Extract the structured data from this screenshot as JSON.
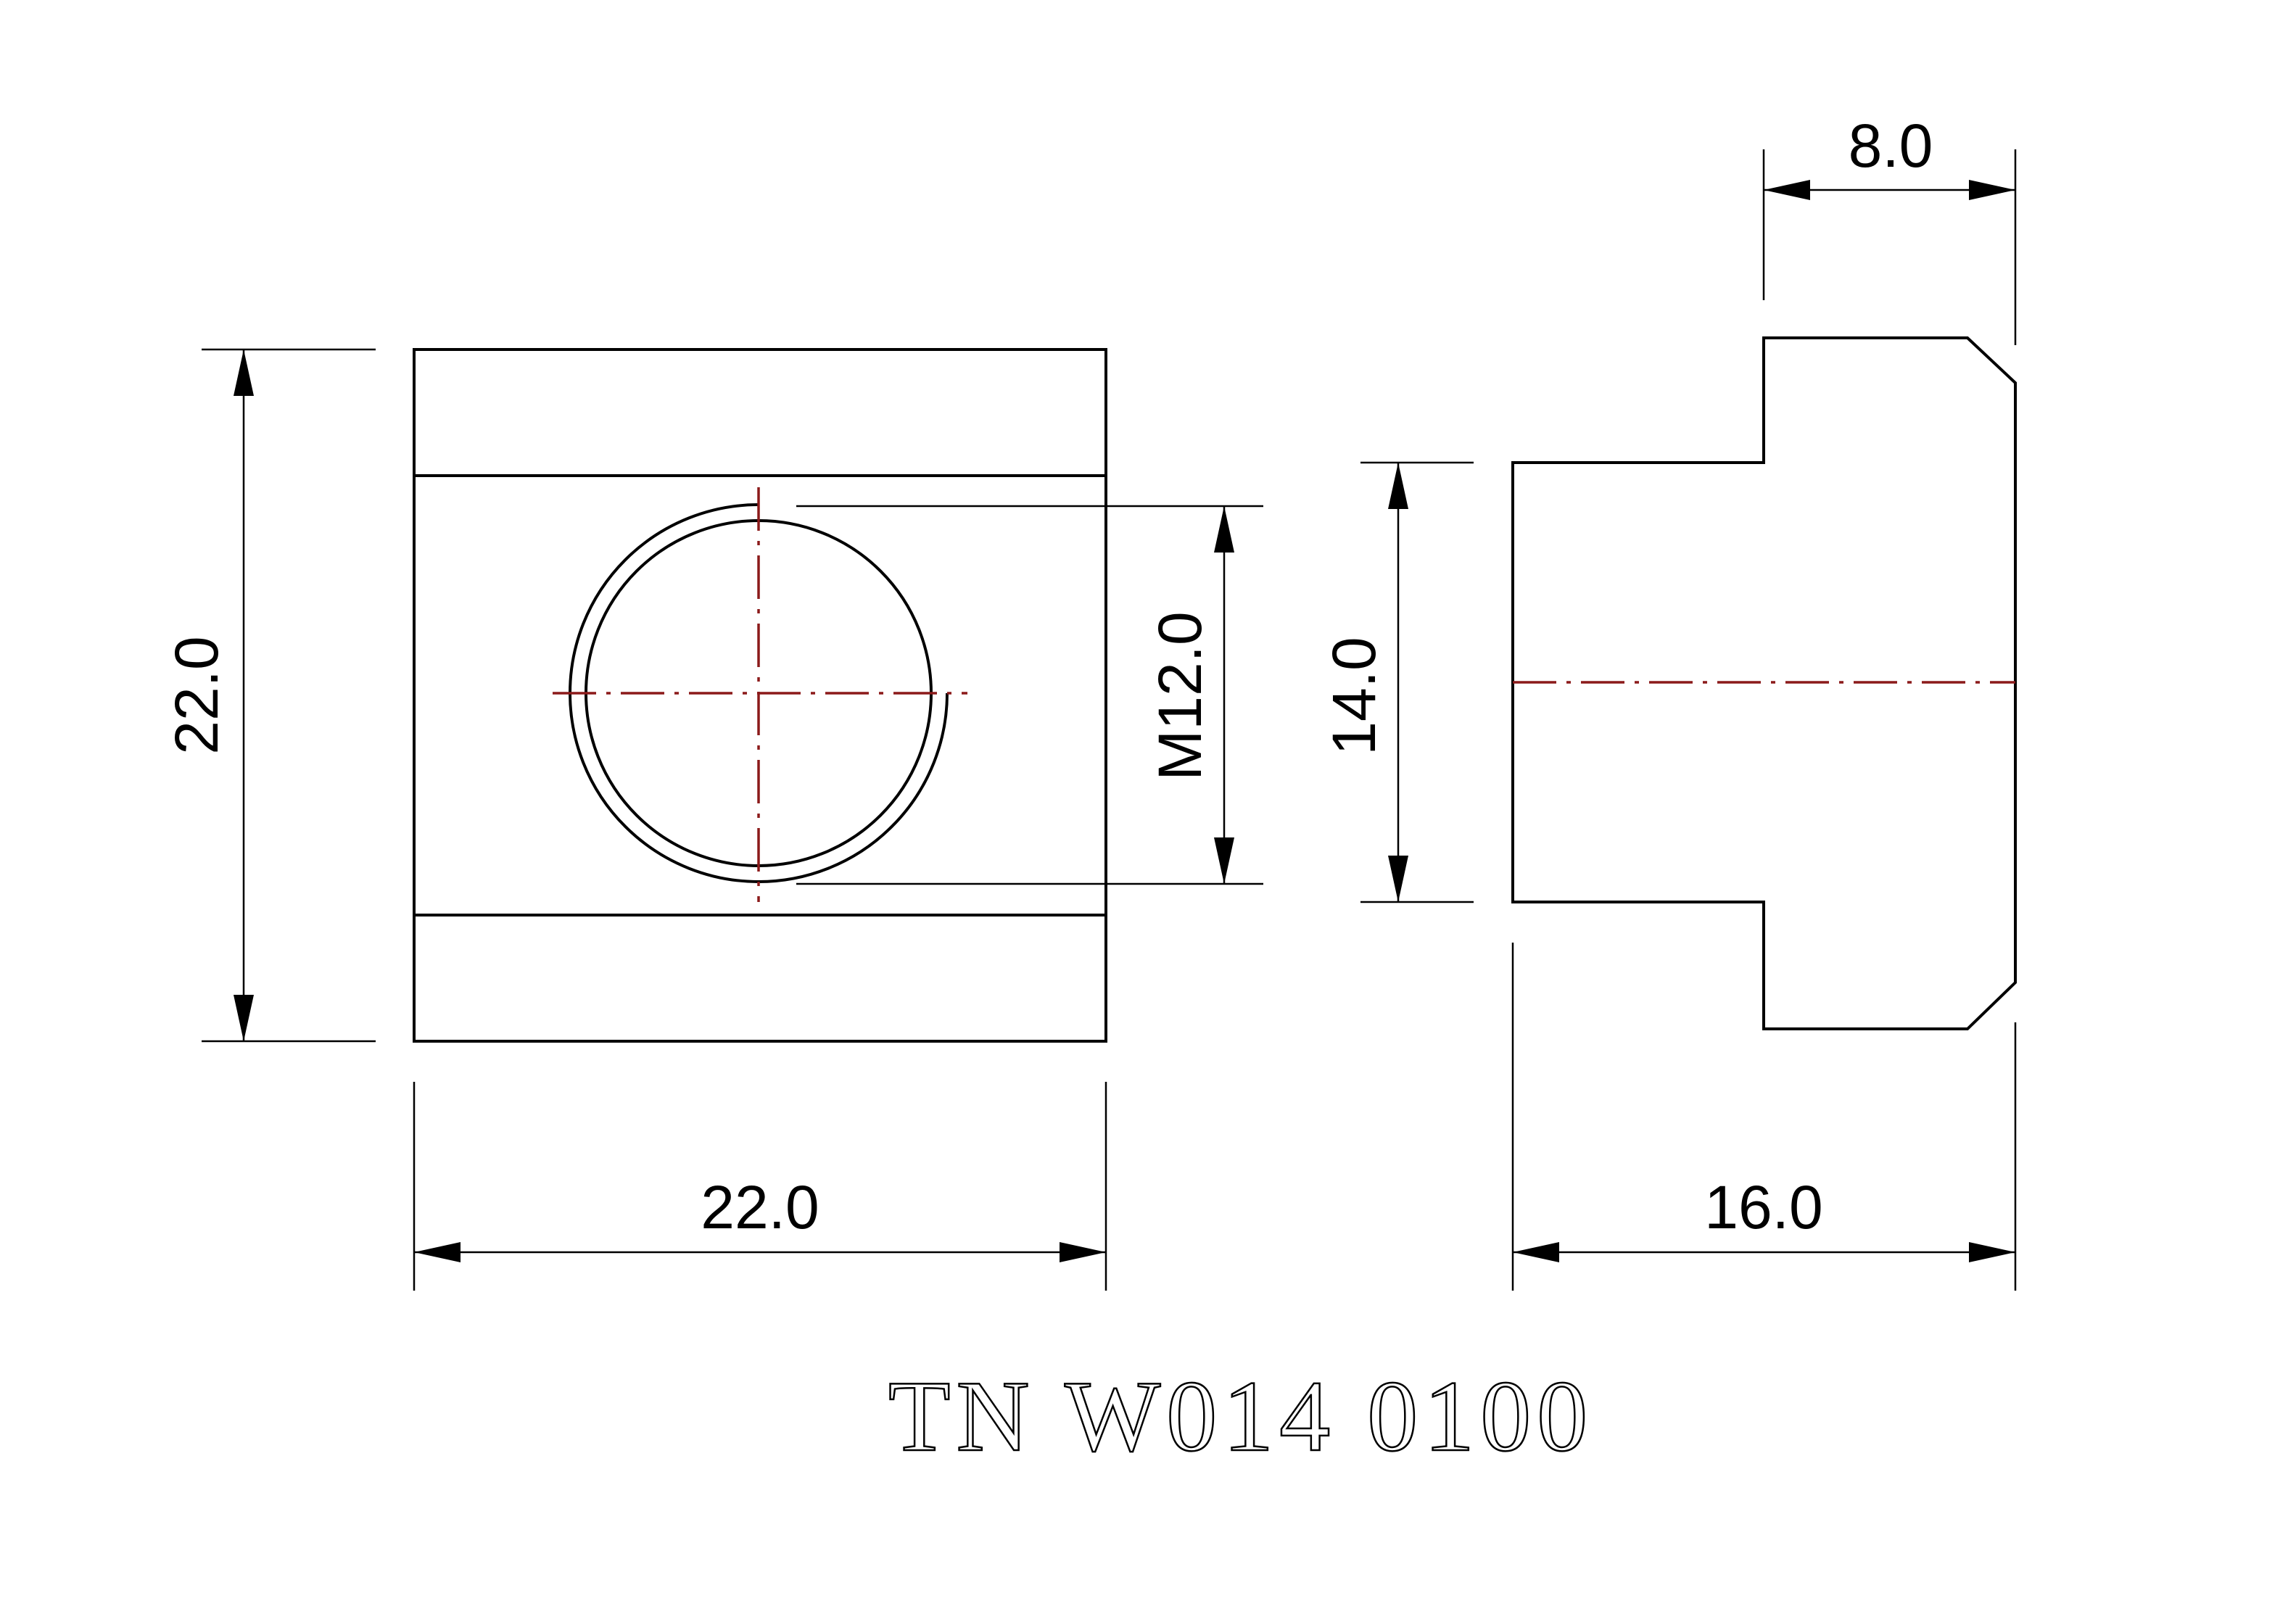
{
  "drawing": {
    "part_code": "TN W014 0100",
    "centerline_color": "#8b1a1a",
    "line_color": "#000000",
    "background": "#ffffff"
  },
  "front_view": {
    "height_label": "22.0",
    "width_label": "22.0",
    "thread_label": "M12.0"
  },
  "side_view": {
    "slot_label": "14.0",
    "length_label": "16.0",
    "head_label": "8.0"
  }
}
